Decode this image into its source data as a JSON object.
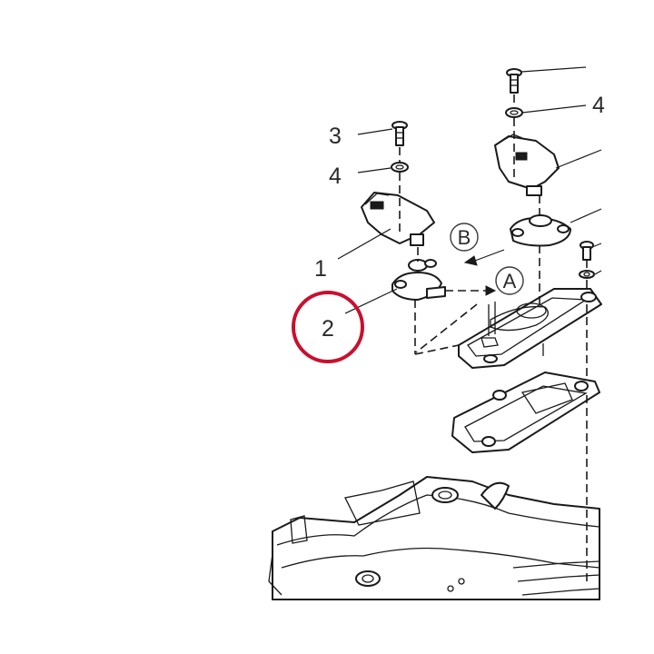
{
  "diagram": {
    "callouts": {
      "part_1": "1",
      "part_2": "2",
      "part_3": "3",
      "part_4": "4",
      "part_4_right": "4"
    },
    "view_markers": {
      "marker_a": "A",
      "marker_b": "B"
    },
    "highlight": {
      "target": "2",
      "color": "#c8102e"
    }
  }
}
